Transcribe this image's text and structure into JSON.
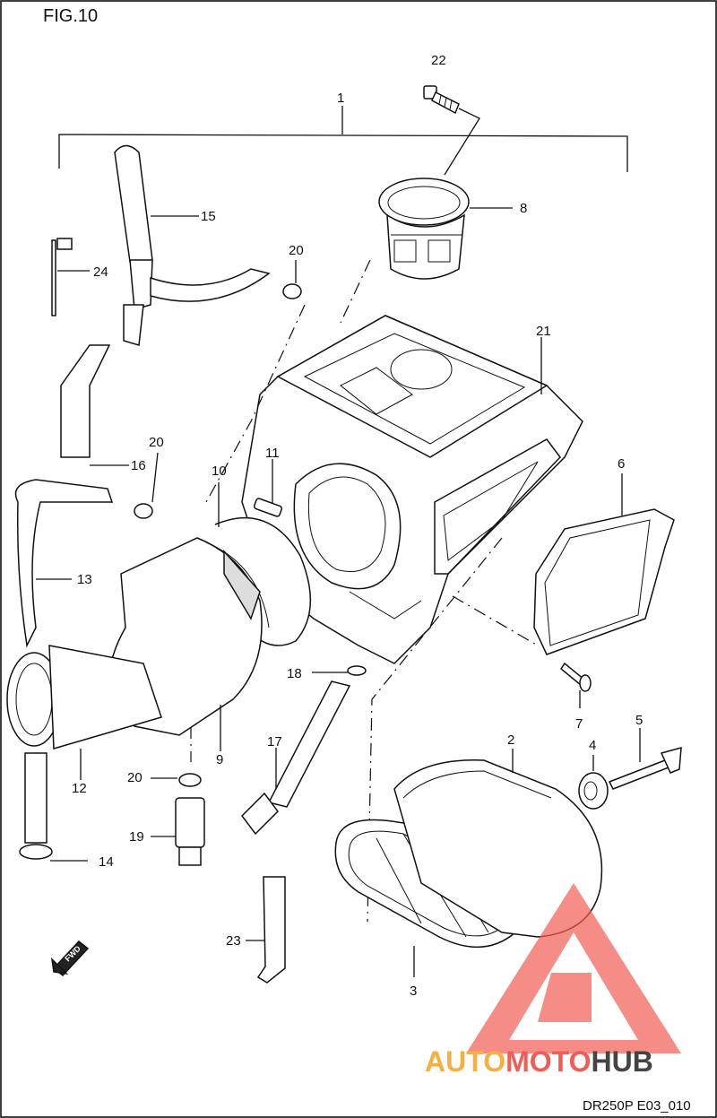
{
  "figure": {
    "title": "FIG.10",
    "code": "DR250P E03_010",
    "fwd_label": "FWD"
  },
  "watermark": {
    "part1": "AUTO",
    "part2": "MOTO",
    "part3": "HUB",
    "color_main": "#f25c54",
    "color_accent": "#f5b041",
    "color_dark": "#444444"
  },
  "callouts": {
    "c1": "1",
    "c2": "2",
    "c3": "3",
    "c4": "4",
    "c5": "5",
    "c6": "6",
    "c7": "7",
    "c8": "8",
    "c9": "9",
    "c10": "10",
    "c11": "11",
    "c12": "12",
    "c13": "13",
    "c14": "14",
    "c15": "15",
    "c16": "16",
    "c17": "17",
    "c18": "18",
    "c19": "19",
    "c20a": "20",
    "c20b": "20",
    "c20c": "20",
    "c21": "21",
    "c22": "22",
    "c23": "23",
    "c24": "24"
  }
}
